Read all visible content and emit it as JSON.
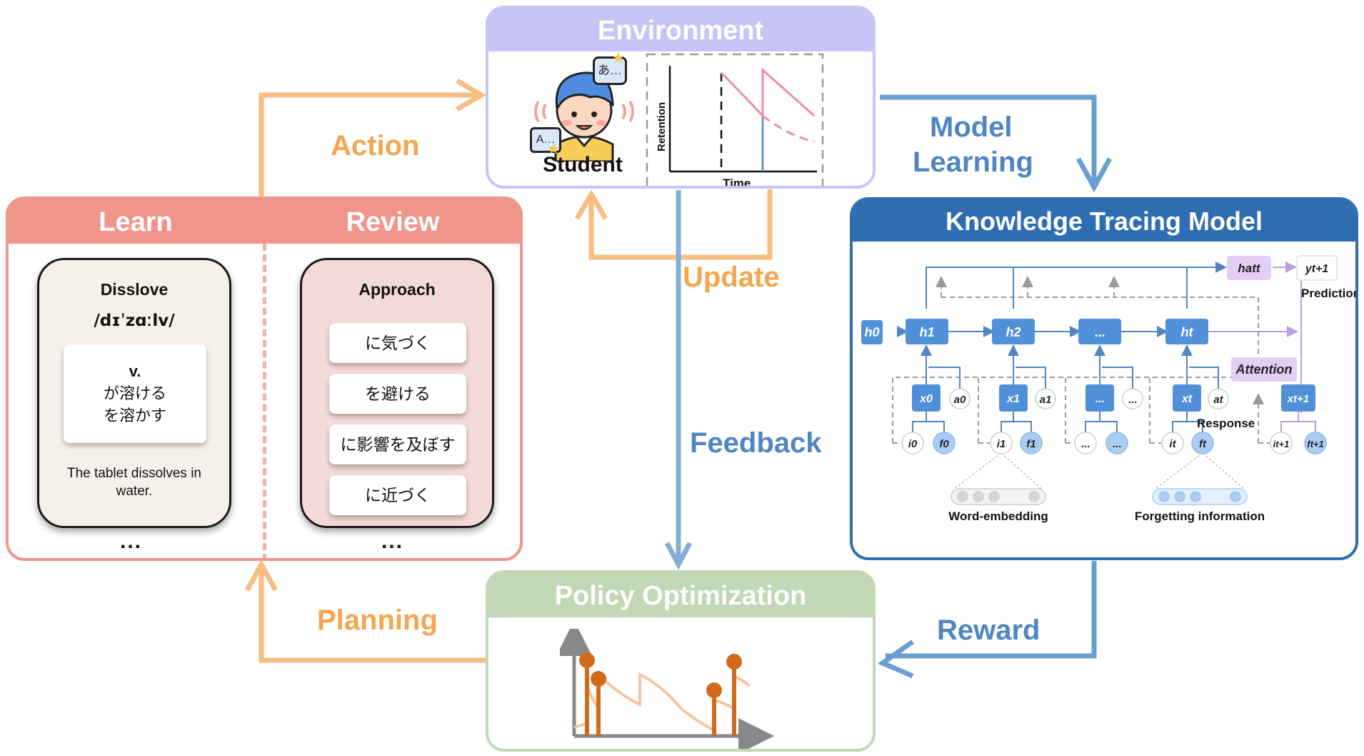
{
  "environment": {
    "title": "Environment",
    "student_label": "Student",
    "chart_ylabel": "Retention",
    "chart_xlabel": "Time",
    "bubble_glyph": "あ…",
    "card_glyph": "A…"
  },
  "flows": {
    "action": "Action",
    "update": "Update",
    "feedback": "Feedback",
    "model_learning_line1": "Model",
    "model_learning_line2": "Learning",
    "reward": "Reward",
    "planning": "Planning"
  },
  "learn_review": {
    "learn_title": "Learn",
    "review_title": "Review",
    "learn_card": {
      "word": "Disslove",
      "phonetic": "/dɪˈzɑːlv/",
      "meaning_lines": [
        "v.",
        "が溶ける",
        "を溶かす"
      ],
      "example": "The tablet dissolves in water."
    },
    "review_card": {
      "word": "Approach",
      "options": [
        "に気づく",
        "を避ける",
        "に影響を及ぼす",
        "に近づく"
      ]
    },
    "more": "..."
  },
  "kt_model": {
    "title": "Knowledge Tracing Model",
    "hidden": [
      "h0",
      "h1",
      "h2",
      "...",
      "ht"
    ],
    "inputs": [
      "x0",
      "x1",
      "...",
      "xt",
      "xt+1"
    ],
    "responses": [
      "a0",
      "a1",
      "...",
      "at"
    ],
    "items": [
      "i0",
      "i1",
      "...",
      "it",
      "it+1"
    ],
    "forget": [
      "f0",
      "f1",
      "...",
      "ft",
      "ft+1"
    ],
    "att": "hatt",
    "attention": "Attention",
    "pred_node": "yt+1",
    "prediction": "Prediction",
    "response": "Response",
    "word_embedding": "Word-embedding",
    "forgetting": "Forgetting information"
  },
  "policy": {
    "title": "Policy Optimization"
  },
  "colors": {
    "orange": "#f3a64f",
    "blue": "#4f86c1",
    "learn_red": "#f0958a",
    "env_purple": "#c7c4f6",
    "kt_blue": "#2f6db3",
    "policy_green": "#c0d8b5",
    "node_blue": "#4f90d9"
  }
}
